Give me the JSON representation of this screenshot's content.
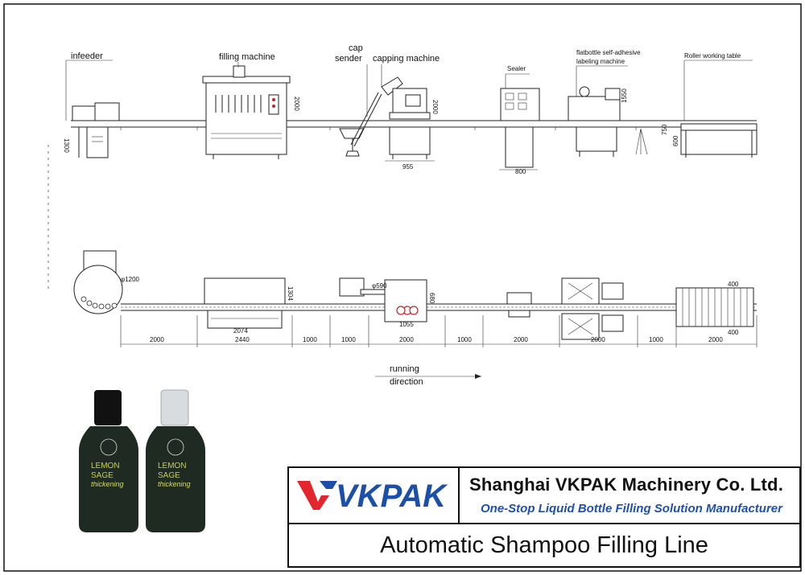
{
  "elevation_labels": {
    "infeeder": "infeeder",
    "filling_machine": "filling machine",
    "cap_sender_1": "cap",
    "cap_sender_2": "sender",
    "capping_machine": "capping machine",
    "sealer": "Sealer",
    "labeling_1": "flatbottle self-adhesive",
    "labeling_2": "labeling machine",
    "roller_table": "Roller working table"
  },
  "elevation_dims": {
    "infeeder_height": "1300",
    "filling_height": "2000",
    "capping_height": "2000",
    "capping_width": "955",
    "sealer_width": "800",
    "labeling_height": "1550",
    "roller_height_1": "750",
    "roller_height_2": "600"
  },
  "plan_dims": {
    "turntable_diameter": "φ1200",
    "filler_depth": "1304",
    "filler_width": "2074",
    "capper_diameter": "φ590",
    "capper_depth": "680",
    "capper_width": "1055",
    "table_width_top": "400",
    "table_width_bottom": "400"
  },
  "segment_lengths": [
    "2000",
    "2440",
    "1000",
    "1000",
    "2000",
    "1000",
    "2000",
    "2000",
    "1000",
    "2000"
  ],
  "running_direction": {
    "line1": "running",
    "line2": "direction"
  },
  "products": {
    "brand_1": "LEMON",
    "brand_2": "SAGE",
    "script_1": "thickening",
    "script_2": "thickening",
    "bottle_color": "#1e2a22",
    "cap_black": "#111111",
    "cap_clear": "#d8dcdf",
    "label_yellow": "#c9d04a"
  },
  "title_block": {
    "logo_text": "VKPAK",
    "company": "Shanghai VKPAK Machinery Co. Ltd.",
    "slogan": "One-Stop Liquid Bottle Filling Solution Manufacturer",
    "line_title": "Automatic Shampoo Filling Line"
  },
  "colors": {
    "logo_red": "#e3262d",
    "logo_blue": "#1c4fa8",
    "slogan_blue": "#1f4fb0"
  }
}
